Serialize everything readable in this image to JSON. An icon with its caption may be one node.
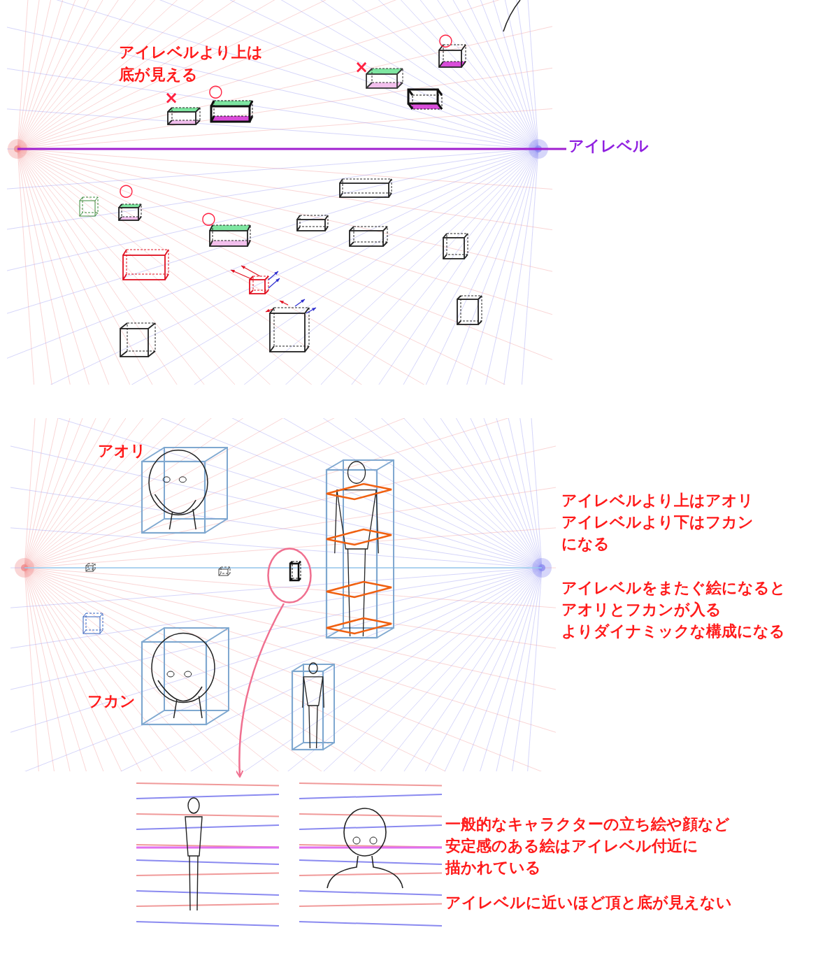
{
  "diagram": {
    "nodes": [
      {
        "text": [],
        "shape": "circle"
      },
      {
        "text": [],
        "shape": "picture"
      }
    ],
    "edges": [
      {
        "from": 0,
        "to": 1,
        "arrow": "to"
      }
    ],
    "labels": [
      "○",
      "アイレベルより上は",
      "底が見える",
      "×",
      "○",
      "×",
      "アイレベル",
      "○",
      "○",
      "アオリ",
      "アイレベルより上はアオリ",
      "アイレベルより下はフカン",
      "になる",
      "アイレベルをまたぐ絵になると",
      "アオリとフカンが入る",
      "よりダイナミックな構成になる",
      "フカン",
      "一般的なキャラクターの立ち絵や顔など",
      "安定感のある絵はアイレベル付近に",
      "描かれている",
      "アイレベルに近いほど頂と底が見えない"
    ]
  }
}
